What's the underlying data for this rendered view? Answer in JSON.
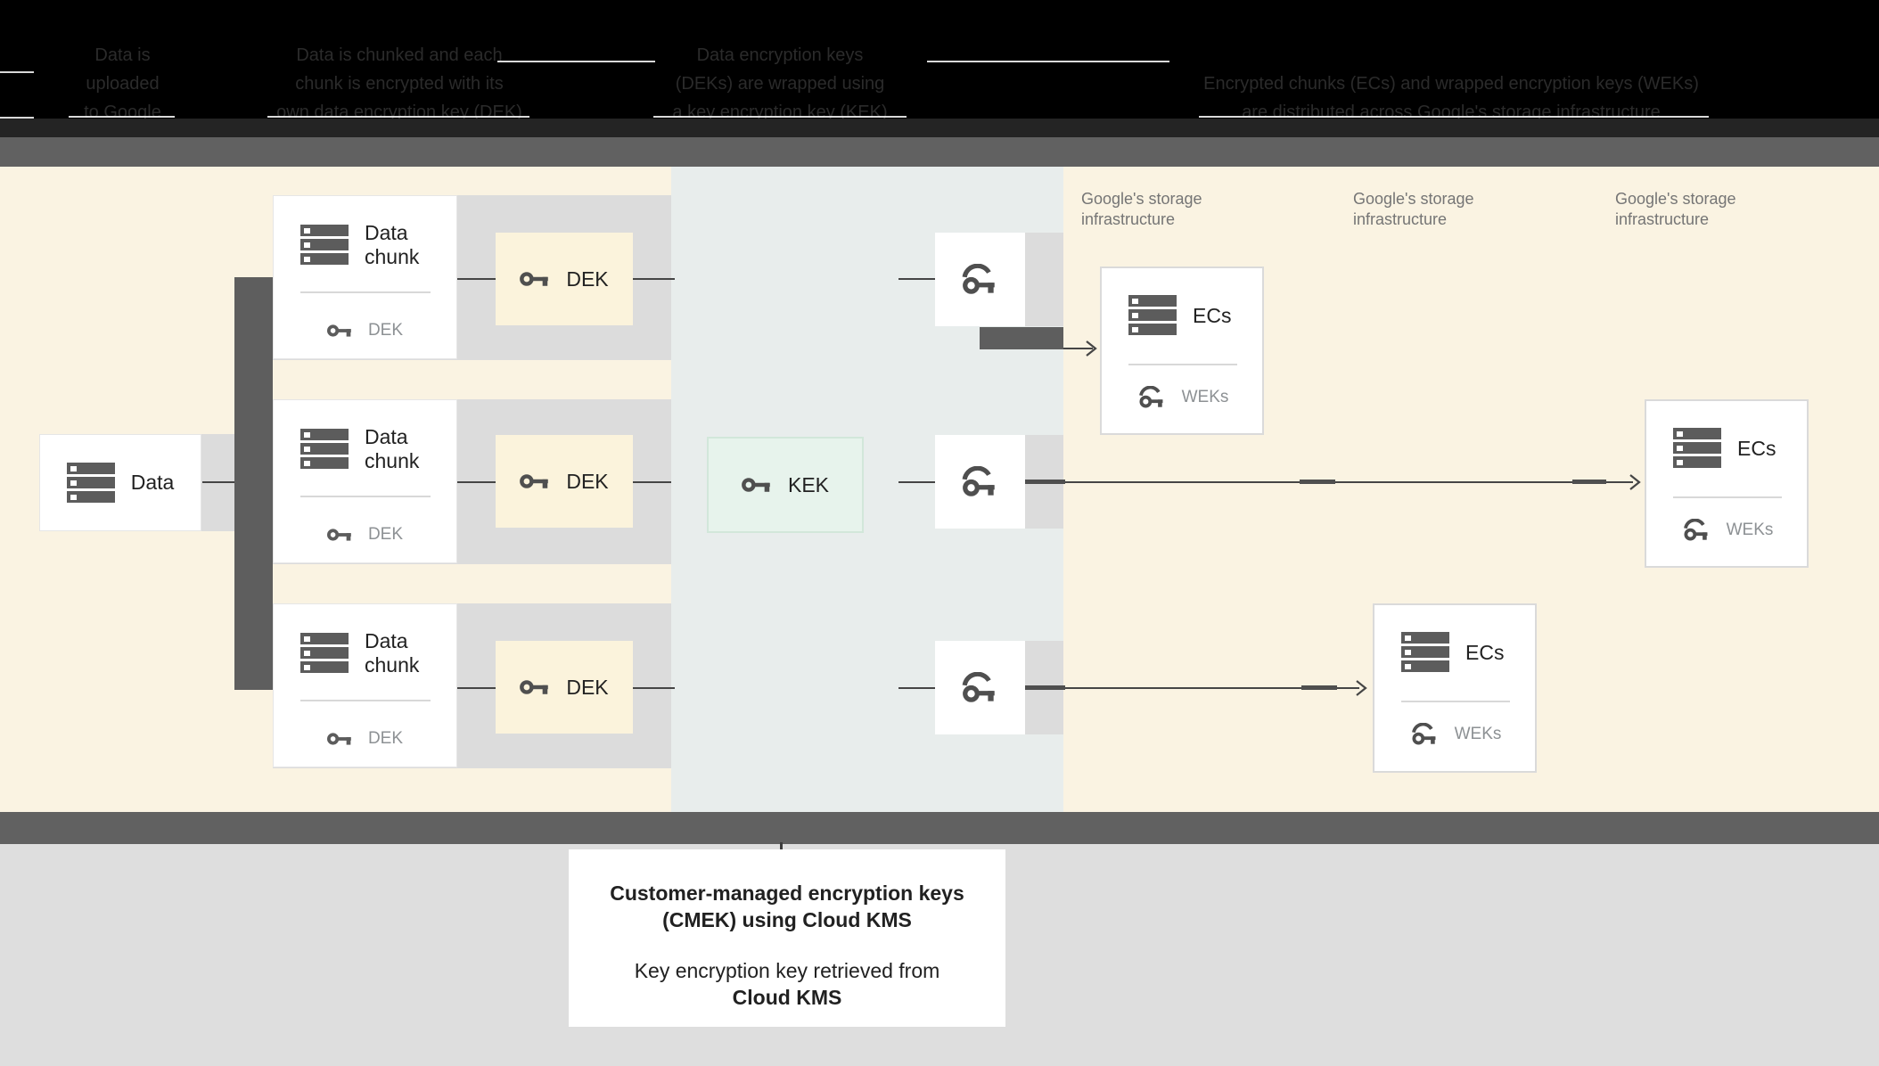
{
  "header": {
    "steps": [
      {
        "lines": [
          "Data is",
          "uploaded",
          "to Google"
        ]
      },
      {
        "lines": [
          "Data is chunked and each",
          "chunk is encrypted with its",
          "own data encryption key (DEK)"
        ]
      },
      {
        "lines": [
          "Data encryption keys",
          "(DEKs) are wrapped using",
          "a key encryption key (KEK)"
        ]
      },
      {
        "lines": [
          "Encrypted chunks (ECs) and wrapped encryption keys (WEKs)",
          "are distributed across Google's storage infrastructure"
        ]
      }
    ]
  },
  "diagram": {
    "data_box": {
      "label": "Data"
    },
    "chunks": [
      {
        "title_line1": "Data",
        "title_line2": "chunk",
        "key_label": "DEK"
      },
      {
        "title_line1": "Data",
        "title_line2": "chunk",
        "key_label": "DEK"
      },
      {
        "title_line1": "Data",
        "title_line2": "chunk",
        "key_label": "DEK"
      }
    ],
    "dek_boxes": [
      {
        "label": "DEK"
      },
      {
        "label": "DEK"
      },
      {
        "label": "DEK"
      }
    ],
    "kek_box": {
      "label": "KEK"
    },
    "storage_labels": [
      {
        "line1": "Google's storage",
        "line2": "infrastructure"
      },
      {
        "line1": "Google's storage",
        "line2": "infrastructure"
      },
      {
        "line1": "Google's storage",
        "line2": "infrastructure"
      }
    ],
    "ec_boxes": [
      {
        "title": "ECs",
        "key_label": "WEKs"
      },
      {
        "title": "ECs",
        "key_label": "WEKs"
      },
      {
        "title": "ECs",
        "key_label": "WEKs"
      }
    ]
  },
  "caption": {
    "line1": "Customer-managed encryption keys",
    "line2": "(CMEK) using Cloud KMS",
    "line3": "Key encryption key retrieved from",
    "line4": "Cloud KMS"
  },
  "colors": {
    "header_bg": "#000000",
    "band_gray": "#616161",
    "panel_beige": "#faf3e2",
    "panel_bluegray": "#e8edec",
    "row_gray": "#dcdcdc",
    "dek_yellow": "#fbf3dc",
    "kek_mint": "#e7f3ec",
    "icon_gray": "#5c5c5c",
    "connector": "#454545"
  }
}
